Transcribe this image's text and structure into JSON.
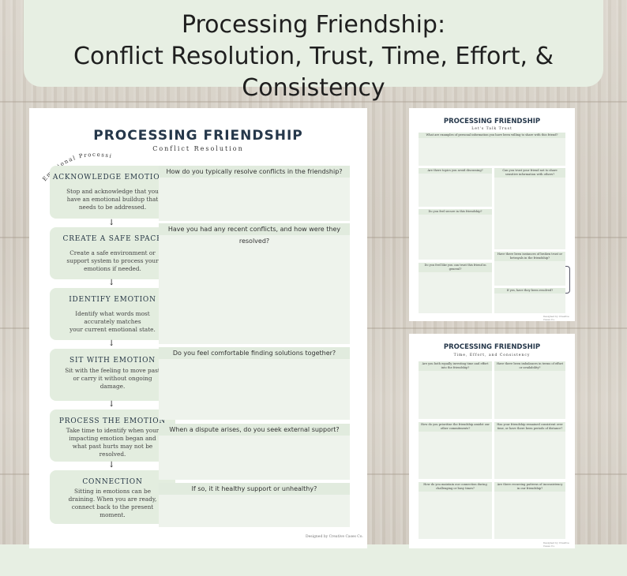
{
  "banner": {
    "line1": "Processing Friendship:",
    "line2": "Conflict Resolution, Trust, Time, Effort, & Consistency"
  },
  "main_page": {
    "title": "PROCESSING FRIENDSHIP",
    "subtitle": "Conflict Resolution",
    "arc_label": "Emotional Processing",
    "steps": [
      {
        "heading": "ACKNOWLEDGE EMOTIONS",
        "lines": [
          "Stop and acknowledge that you",
          "have an emotional buildup that",
          "needs to be addressed."
        ]
      },
      {
        "heading": "CREATE A SAFE SPACE",
        "lines": [
          "Create a safe environment or",
          "support system to process your",
          "emotions if needed."
        ]
      },
      {
        "heading": "IDENTIFY EMOTION",
        "lines": [
          "Identify what words most",
          "accurately matches",
          "your current emotional state."
        ]
      },
      {
        "heading": "SIT WITH EMOTION",
        "lines": [
          "Sit with the feeling to move past",
          "or carry it without ongoing",
          "damage."
        ]
      },
      {
        "heading": "PROCESS THE EMOTION",
        "lines": [
          "Take time to identify when your",
          "impacting emotion began and",
          "what past hurts may not be",
          "resolved."
        ]
      },
      {
        "heading": "CONNECTION",
        "lines": [
          "Sitting in emotions can be",
          "draining. When you are ready,",
          "connect back to the present",
          "moment."
        ]
      }
    ],
    "arrow": "↓",
    "questions": [
      "How do you typically resolve conflicts in the friendship?",
      "Have you had any recent conflicts, and how were they resolved?",
      "Do you feel comfortable  finding solutions together?",
      "When a dispute arises, do you seek external support?",
      "If so, it it healthy support or unhealthy?"
    ],
    "credit": "Designed by Creative Cases Co."
  },
  "trust_page": {
    "title": "PROCESSING FRIENDSHIP",
    "subtitle": "Let's Talk Trust",
    "questions": [
      "What are examples of personal information you have been willing to share with this friend?",
      "Are there topics you avoid discussing?",
      "Can you trust your friend not to share sensitive information with others?",
      "Do you feel secure in this friendship?",
      "Have there been instances of broken trust or betrayals in the friendship?",
      "Do you feel like you can trust this friend in general?",
      "If yes, have they been resolved?"
    ],
    "credit": "Designed by Creative Cases Co."
  },
  "time_page": {
    "title": "PROCESSING FRIENDSHIP",
    "subtitle": "Time, Effort, and Consistency",
    "questions": [
      "Are you both equally investing time and effort into the friendship?",
      "Have there been imbalances in terms of effort or availability?",
      "How do you prioritize the friendship amidst our other commitments?",
      "Has your friendship remained consistent over time, or have there been periods of distance?",
      "How do you maintain our connection during challenging or busy times?",
      "Are there recurring patterns of inconsistency in our friendship?"
    ],
    "credit": "Designed by Creative Cases Co."
  }
}
